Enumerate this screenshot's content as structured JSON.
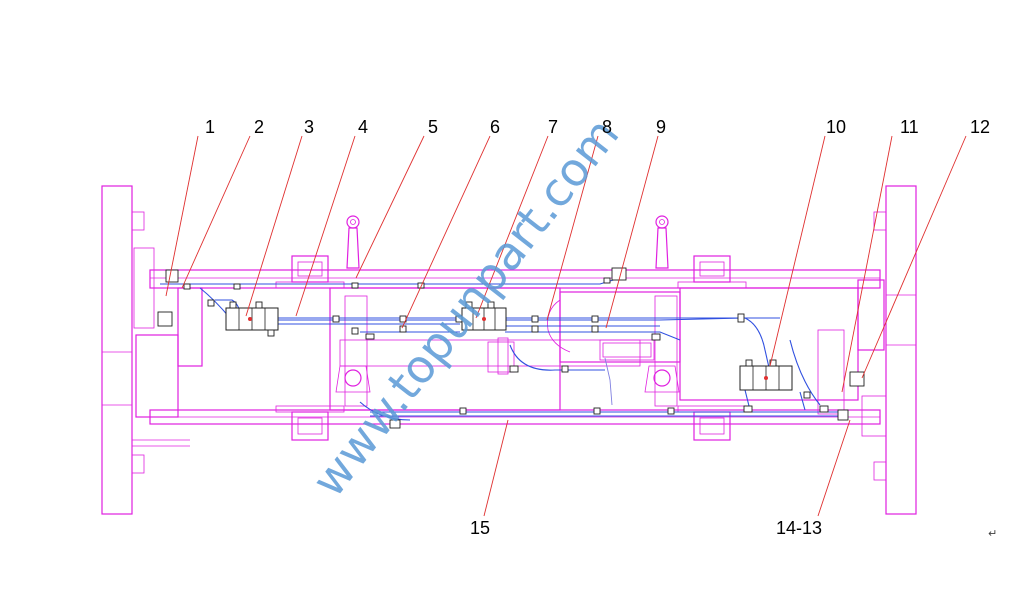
{
  "diagram": {
    "callouts": [
      "1",
      "2",
      "3",
      "4",
      "5",
      "6",
      "7",
      "8",
      "9",
      "10",
      "11",
      "12"
    ],
    "bottom_callouts": [
      "15",
      "14-13"
    ],
    "watermark": "www.topunpart.com",
    "return_mark": "↵"
  },
  "colors": {
    "frame": "#e020e0",
    "hose": "#3050e0",
    "leader": "#e03030",
    "watermark": "#5a9ad6"
  }
}
